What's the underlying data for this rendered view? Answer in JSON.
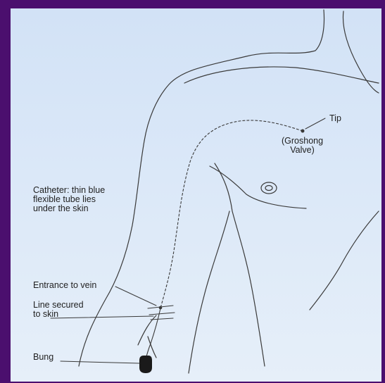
{
  "colors": {
    "border": "#4b0f6e",
    "background": "#d8e6f7",
    "ink": "#3a3a3a"
  },
  "labels": {
    "tip": "Tip",
    "valve": "(Groshong\nValve)",
    "catheter": "Catheter: thin blue\nflexible tube lies\nunder the skin",
    "entrance": "Entrance to vein",
    "secured": "Line secured\nto skin",
    "bung": "Bung"
  }
}
